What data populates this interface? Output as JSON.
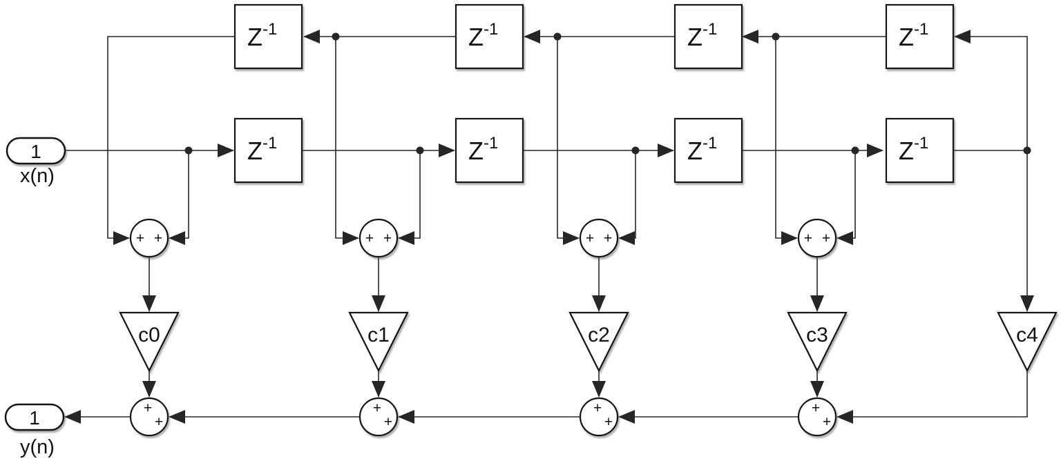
{
  "colors": {
    "stroke": "#141414",
    "wire": "#262626",
    "block_fill": "#ffffff",
    "canvas_bg": "#ffffff",
    "text": "#111111"
  },
  "ports": {
    "input": {
      "value": "1",
      "label": "x(n)"
    },
    "output": {
      "value": "1",
      "label": "y(n)"
    }
  },
  "delay": {
    "base": "Z",
    "sup": "-1"
  },
  "gains": [
    {
      "label": "c0"
    },
    {
      "label": "c1"
    },
    {
      "label": "c2"
    },
    {
      "label": "c3"
    },
    {
      "label": "c4"
    }
  ],
  "sum": {
    "plus": "+"
  }
}
